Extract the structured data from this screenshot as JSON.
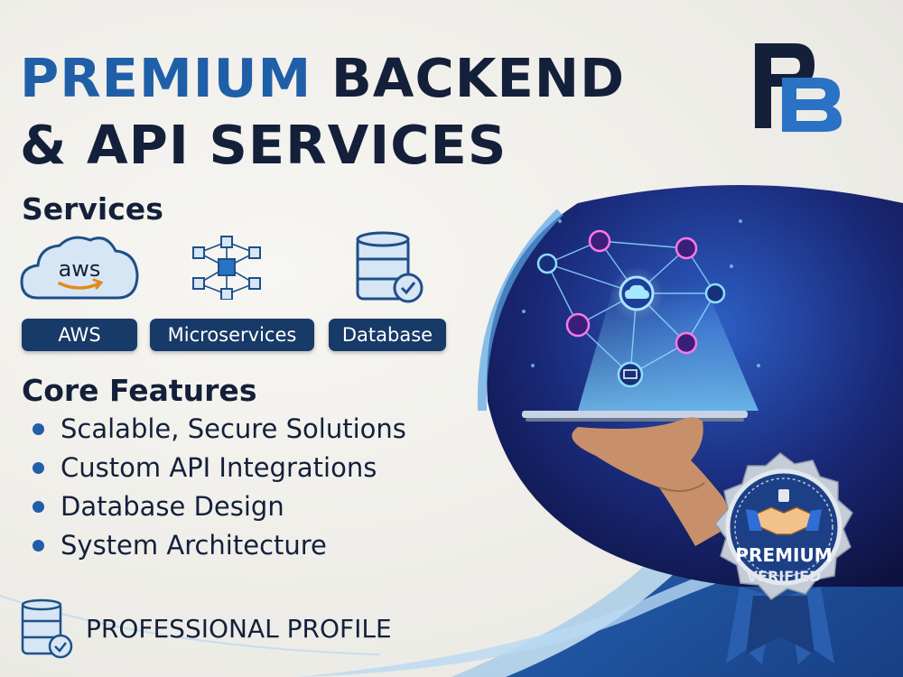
{
  "title": {
    "line1_accent": "PREMIUM",
    "line1_rest": "BACKEND",
    "line2": "& API SERVICES"
  },
  "logo": {
    "letters": "PB"
  },
  "services": {
    "heading": "Services",
    "items": [
      {
        "label": "AWS",
        "icon": "aws-cloud-icon",
        "icon_text": "aws"
      },
      {
        "label": "Microservices",
        "icon": "microservices-cube-icon"
      },
      {
        "label": "Database",
        "icon": "database-check-icon"
      }
    ]
  },
  "features": {
    "heading": "Core Features",
    "items": [
      "Scalable, Secure Solutions",
      "Custom API Integrations",
      "Database Design",
      "System Architecture"
    ]
  },
  "footer": {
    "label": "PROFESSIONAL PROFILE",
    "icon": "database-check-icon"
  },
  "badge": {
    "line1": "PREMIUM",
    "line2": "VERIFIED",
    "icon": "handshake-icon"
  },
  "colors": {
    "navy": "#14203a",
    "accent_blue": "#1f5fa8",
    "pill_bg": "#173a68",
    "light_blue": "#8dbfe8"
  }
}
